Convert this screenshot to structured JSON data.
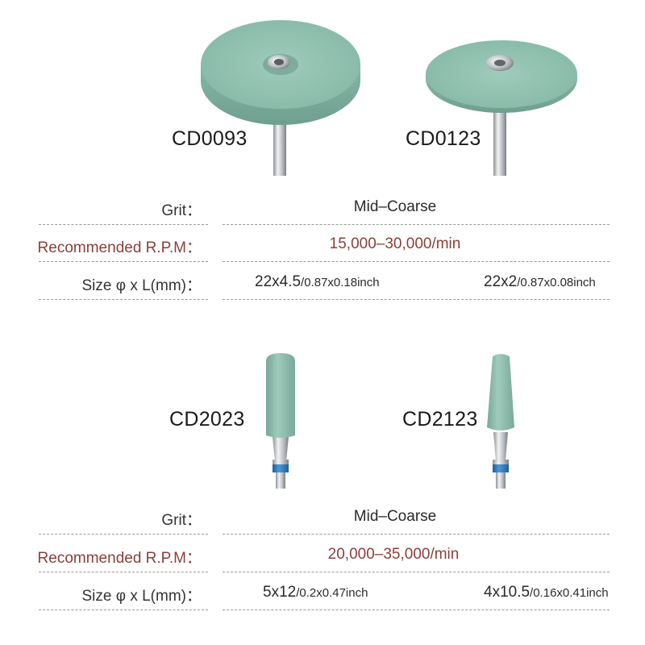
{
  "group1": {
    "products": [
      {
        "code": "CD0093",
        "shape": "disc"
      },
      {
        "code": "CD0123",
        "shape": "thin-disc"
      }
    ],
    "rows": {
      "grit": {
        "label": "Grit：",
        "value": "Mid–Coarse"
      },
      "rpm": {
        "label": "Recommended R.P.M：",
        "value": "15,000–30,000/min"
      },
      "size": {
        "label": "Size φ x L(mm)：",
        "values": [
          {
            "mm": "22x4.5",
            "inch": "/0.87x0.18inch"
          },
          {
            "mm": "22x2",
            "inch": "/0.87x0.08inch"
          }
        ]
      }
    }
  },
  "group2": {
    "products": [
      {
        "code": "CD2023",
        "shape": "cylinder"
      },
      {
        "code": "CD2123",
        "shape": "taper"
      }
    ],
    "rows": {
      "grit": {
        "label": "Grit：",
        "value": "Mid–Coarse"
      },
      "rpm": {
        "label": "Recommended R.P.M：",
        "value": "20,000–35,000/min"
      },
      "size": {
        "label": "Size φ x L(mm)：",
        "values": [
          {
            "mm": "5x12",
            "inch": "/0.2x0.47inch"
          },
          {
            "mm": "4x10.5",
            "inch": "/0.16x0.41inch"
          }
        ]
      }
    }
  },
  "colors": {
    "abrasive": "#8fbfae",
    "shank": "#c8cbce",
    "band": "#2f7fc6",
    "accent_text": "#8a3f3a"
  }
}
